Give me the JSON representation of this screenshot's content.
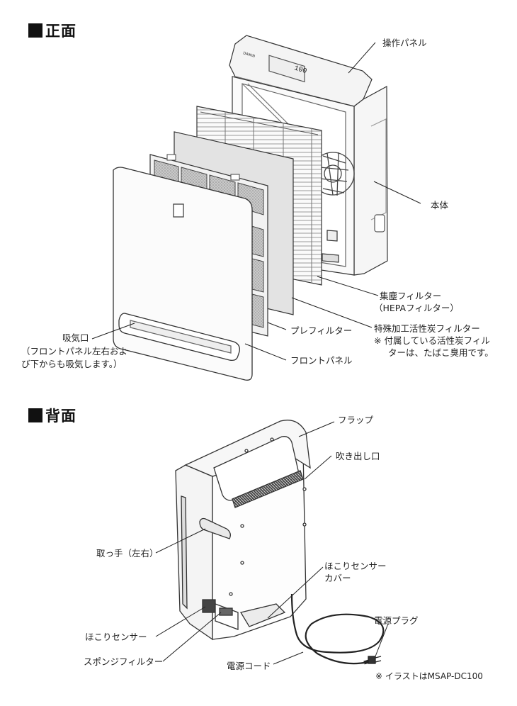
{
  "front": {
    "heading": "正面",
    "labels": {
      "control_panel": "操作パネル",
      "body": "本体",
      "hepa_1": "集塵フィルター",
      "hepa_2": "（HEPAフィルター）",
      "prefilter": "プレフィルター",
      "carbon_1": "特殊加工活性炭フィルター",
      "carbon_2": "※ 付属している活性炭フィル",
      "carbon_3": "ターは、たばこ臭用です。",
      "intake_1": "吸気口",
      "intake_2": "（フロントパネル左右およ",
      "intake_3": "び下からも吸気します。）",
      "front_panel": "フロントパネル"
    },
    "display_text": "100",
    "brand_text": "DAIKIN"
  },
  "back": {
    "heading": "背面",
    "labels": {
      "flap": "フラップ",
      "outlet": "吹き出し口",
      "handle": "取っ手（左右）",
      "dust_cover_1": "ほこりセンサー",
      "dust_cover_2": "カバー",
      "plug": "電源プラグ",
      "dust_sensor": "ほこりセンサー",
      "sponge": "スポンジフィルター",
      "cord": "電源コード"
    },
    "note": "※ イラストはMSAP-DC100"
  }
}
